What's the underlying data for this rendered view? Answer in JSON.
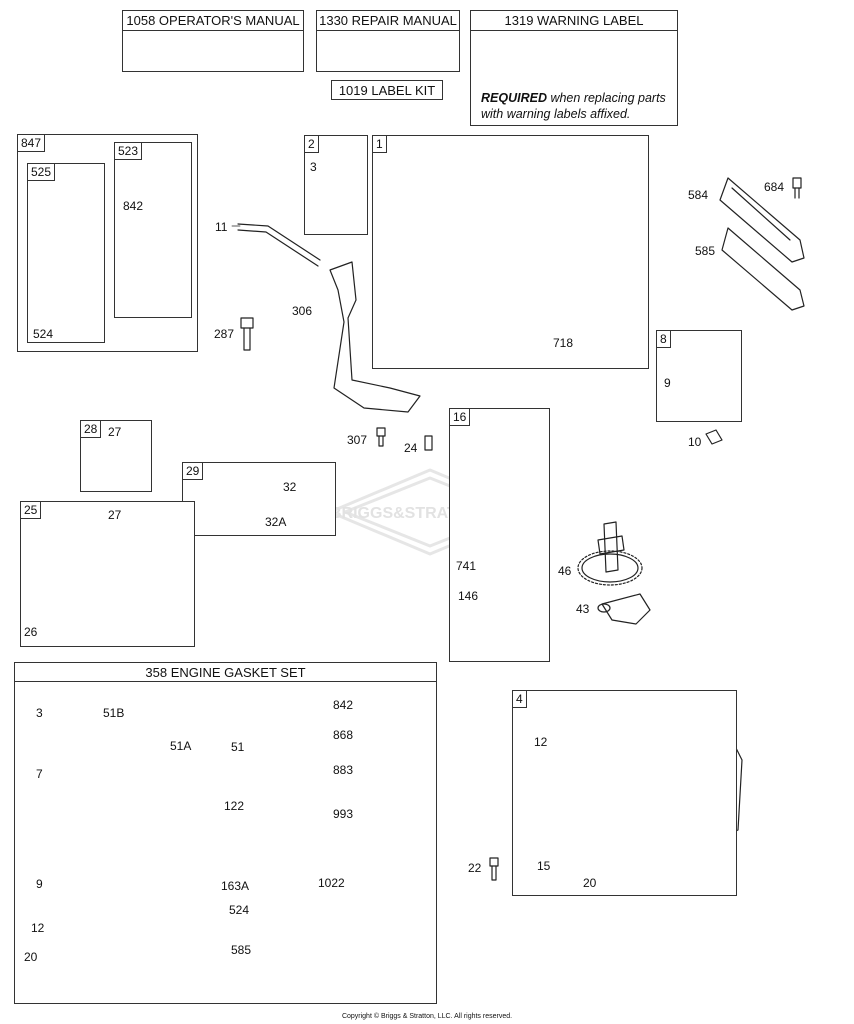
{
  "manuals": {
    "operators": "1058 OPERATOR'S MANUAL",
    "repair": "1330 REPAIR MANUAL",
    "warning": "1319 WARNING LABEL",
    "label_kit": "1019 LABEL KIT",
    "warning_text": "WARNING",
    "required_bold": "REQUIRED",
    "required_rest": " when replacing parts with warning labels affixed."
  },
  "watermark": "BRIGGS&STRATTON",
  "groups": {
    "g847": "847",
    "g525": "525",
    "g523": "523",
    "g2": "2",
    "g1": "1",
    "g8": "8",
    "g28": "28",
    "g16": "16",
    "g29": "29",
    "g25": "25",
    "g358": "358 ENGINE GASKET SET",
    "g4": "4"
  },
  "callouts": {
    "c842a": "842",
    "c524a": "524",
    "c3a": "3",
    "c11": "11",
    "c306": "306",
    "c287": "287",
    "c718": "718",
    "c584": "584",
    "c684": "684",
    "c585a": "585",
    "c9a": "9",
    "c10": "10",
    "c307": "307",
    "c24": "24",
    "c27a": "27",
    "c32": "32",
    "c32A": "32A",
    "c27b": "27",
    "c26": "26",
    "c741": "741",
    "c146": "146",
    "c46": "46",
    "c43": "43",
    "c3b": "3",
    "c51B": "51B",
    "c51A": "51A",
    "c51": "51",
    "c842b": "842",
    "c868": "868",
    "c883": "883",
    "c7": "7",
    "c122": "122",
    "c993": "993",
    "c9b": "9",
    "c163A": "163A",
    "c1022": "1022",
    "c524b": "524",
    "c12a": "12",
    "c20a": "20",
    "c585b": "585",
    "c12b": "12",
    "c22": "22",
    "c15": "15",
    "c20b": "20"
  },
  "copyright": "Copyright © Briggs & Stratton, LLC. All rights reserved."
}
